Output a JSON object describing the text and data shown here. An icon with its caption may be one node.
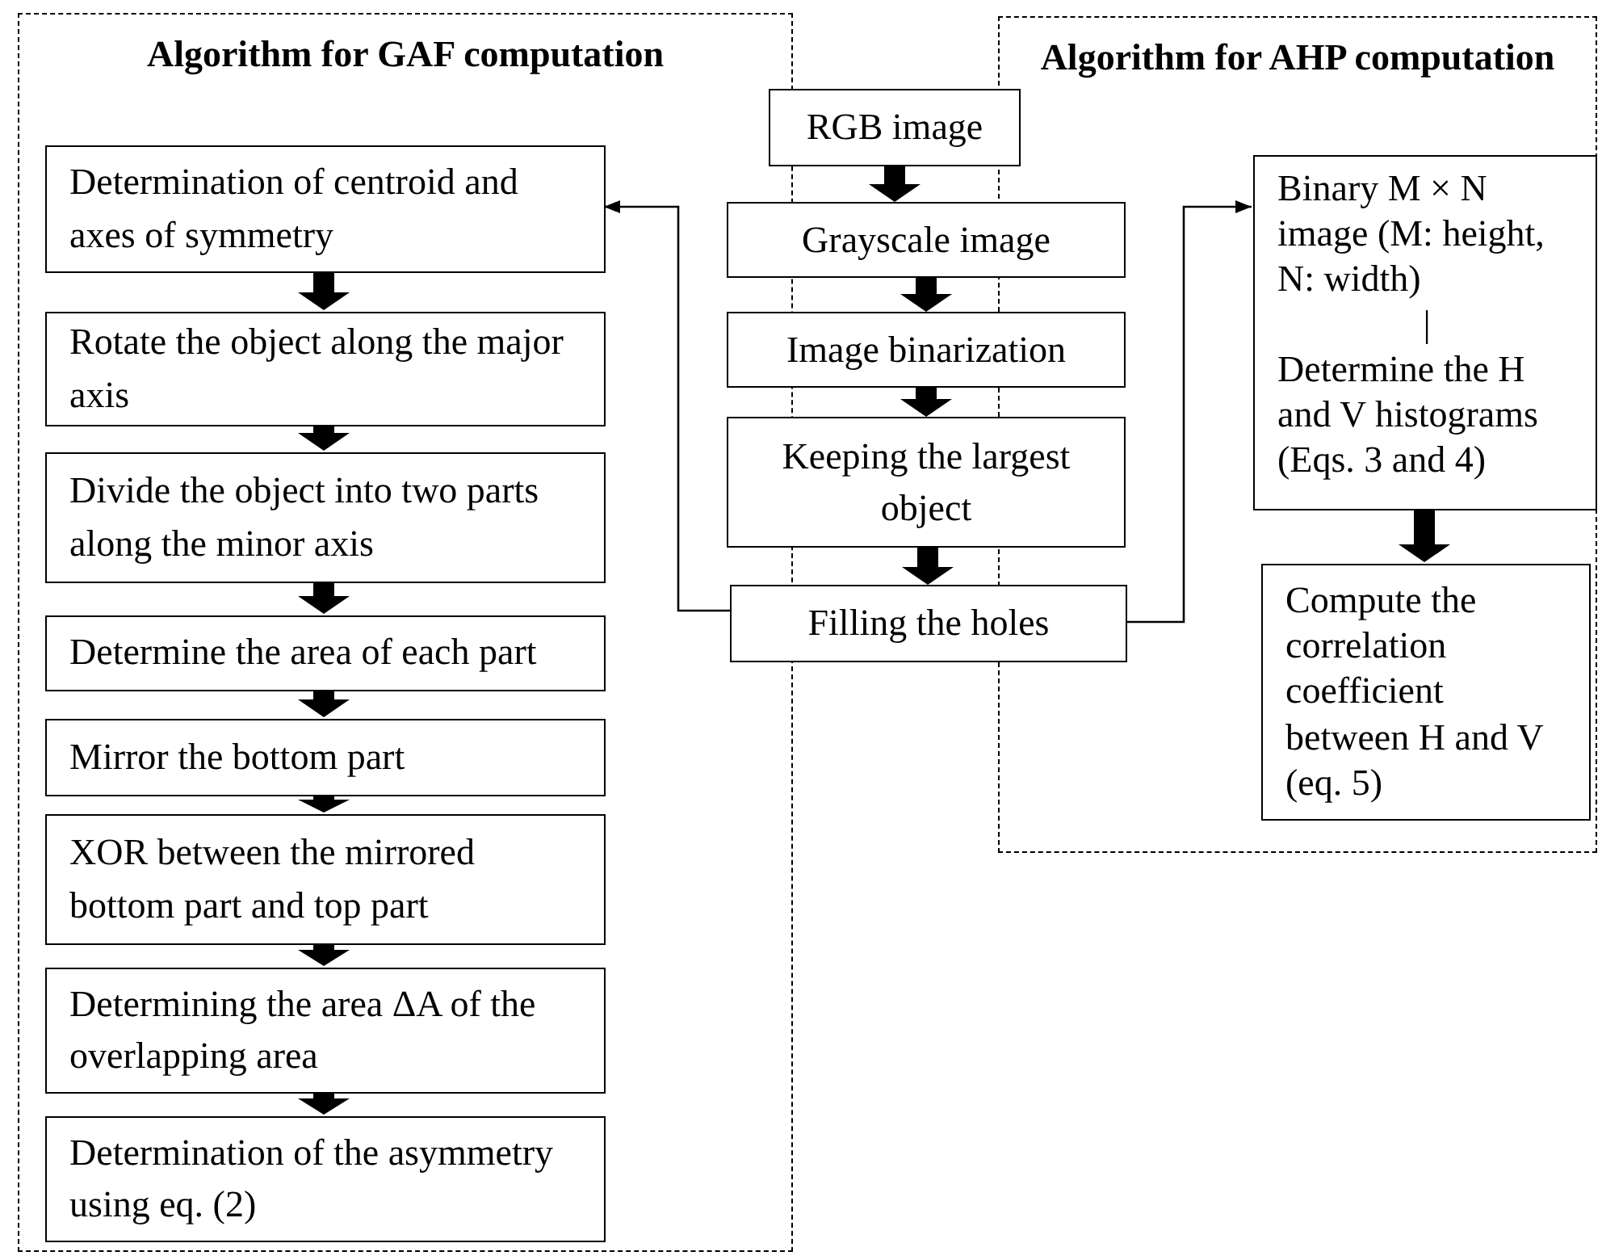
{
  "diagram": {
    "nodes": [
      {
        "text": [
          "Algorithm for GAF computation"
        ]
      },
      {
        "text": [
          "Determination of centroid and axes of symmetry"
        ],
        "in": 0
      },
      {
        "text": [
          "Rotate the object along the major axis"
        ],
        "in": 0
      },
      {
        "text": [
          "Divide the object into two parts along the minor axis"
        ],
        "in": 0
      },
      {
        "text": [
          "Determine the area of each part"
        ],
        "in": 0
      },
      {
        "text": [
          "Mirror the bottom part"
        ],
        "in": 0
      },
      {
        "text": [
          "XOR between the mirrored bottom part and top part"
        ],
        "in": 0
      },
      {
        "text": [
          "Determining the area ΔA of the overlapping area"
        ],
        "in": 0
      },
      {
        "text": [
          "Determination of the asymmetry using eq. (2)"
        ],
        "in": 0
      },
      {
        "text": [
          "Algorithm for AHP computation"
        ]
      },
      {
        "text": [
          "RGB image"
        ]
      },
      {
        "text": [
          "Grayscale image"
        ]
      },
      {
        "text": [
          "Image binarization"
        ]
      },
      {
        "text": [
          "Keeping the largest object"
        ]
      },
      {
        "text": [
          "Filling the holes"
        ]
      },
      {
        "text": [
          "Binary M × N image (M: height, N: width)",
          "|",
          "Determine the H and V histograms (Eqs. 3 and 4)"
        ],
        "in": 9
      },
      {
        "text": [
          "Compute the correlation coefficient between H and V (eq. 5)"
        ],
        "in": 9
      }
    ],
    "edges": [
      {
        "from": 1,
        "to": 2,
        "arrow": "to"
      },
      {
        "from": 2,
        "to": 3,
        "arrow": "to"
      },
      {
        "from": 3,
        "to": 4,
        "arrow": "to"
      },
      {
        "from": 4,
        "to": 5,
        "arrow": "to"
      },
      {
        "from": 5,
        "to": 6,
        "arrow": "to"
      },
      {
        "from": 6,
        "to": 7,
        "arrow": "to"
      },
      {
        "from": 7,
        "to": 8,
        "arrow": "to"
      },
      {
        "from": 10,
        "to": 11,
        "arrow": "to"
      },
      {
        "from": 11,
        "to": 12,
        "arrow": "to"
      },
      {
        "from": 12,
        "to": 13,
        "arrow": "to"
      },
      {
        "from": 13,
        "to": 14,
        "arrow": "to"
      },
      {
        "from": 14,
        "to": 1,
        "arrow": "to"
      },
      {
        "from": 14,
        "to": 15,
        "arrow": "to"
      },
      {
        "from": 15,
        "to": 16,
        "arrow": "to"
      }
    ]
  }
}
